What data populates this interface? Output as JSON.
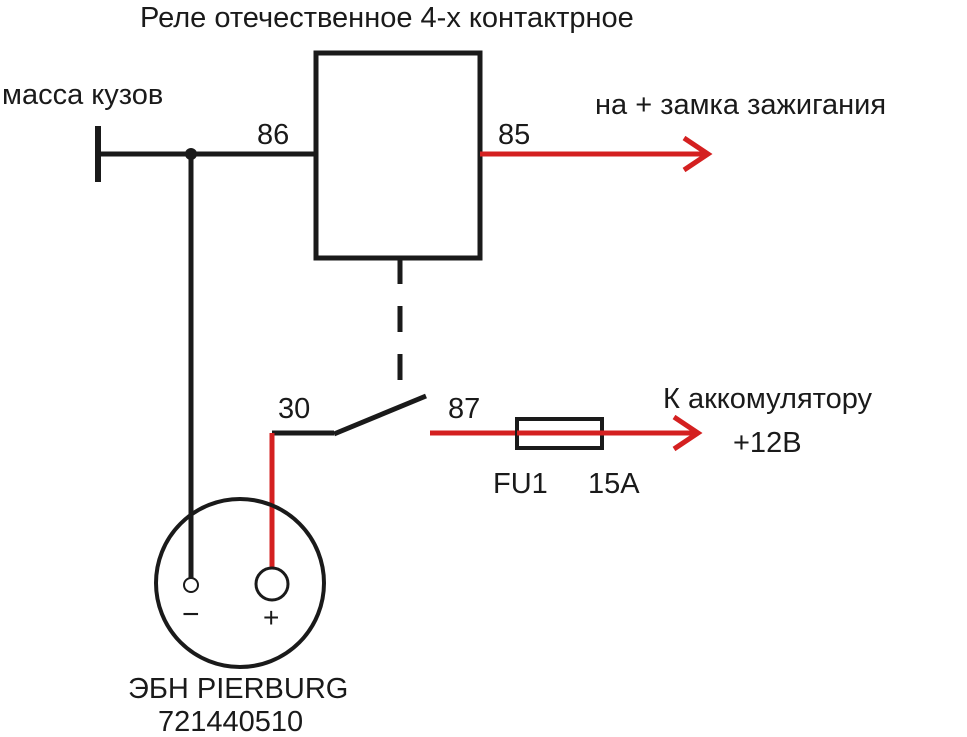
{
  "relay": {
    "title": "Реле отечественное 4-х контактрное"
  },
  "ground": {
    "label": "масса кузов"
  },
  "pins": {
    "p86": "86",
    "p85": "85",
    "p30": "30",
    "p87": "87"
  },
  "ignition": {
    "label": "на + замка зажигания"
  },
  "battery": {
    "label": "К аккомулятору",
    "voltage": "+12В"
  },
  "fuse": {
    "name": "FU1",
    "rating": "15A"
  },
  "pump": {
    "minus": "−",
    "plus": "+",
    "name": "ЭБН PIERBURG",
    "part": "721440510"
  },
  "colors": {
    "wire_black": "#1a1a1a",
    "wire_red": "#d42020"
  }
}
